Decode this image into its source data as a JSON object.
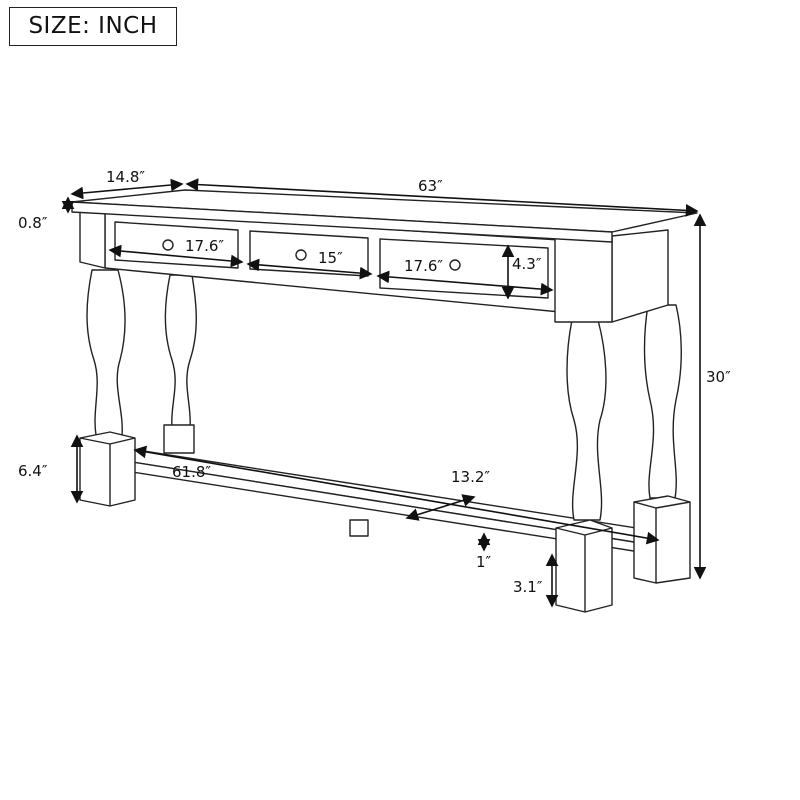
{
  "unit_label": "SIZE: INCH",
  "dimensions": {
    "depth": "14.8″",
    "width": "63″",
    "top_thickness": "0.8″",
    "drawer_left_width": "17.6″",
    "drawer_middle_width": "15″",
    "drawer_right_width": "17.6″",
    "drawer_height": "4.3″",
    "height": "30″",
    "foot_block_height": "6.4″",
    "shelf_length": "61.8″",
    "shelf_depth": "13.2″",
    "shelf_thickness": "1″",
    "shelf_clearance": "3.1″"
  },
  "colors": {
    "line": "#222222",
    "background": "#ffffff"
  }
}
